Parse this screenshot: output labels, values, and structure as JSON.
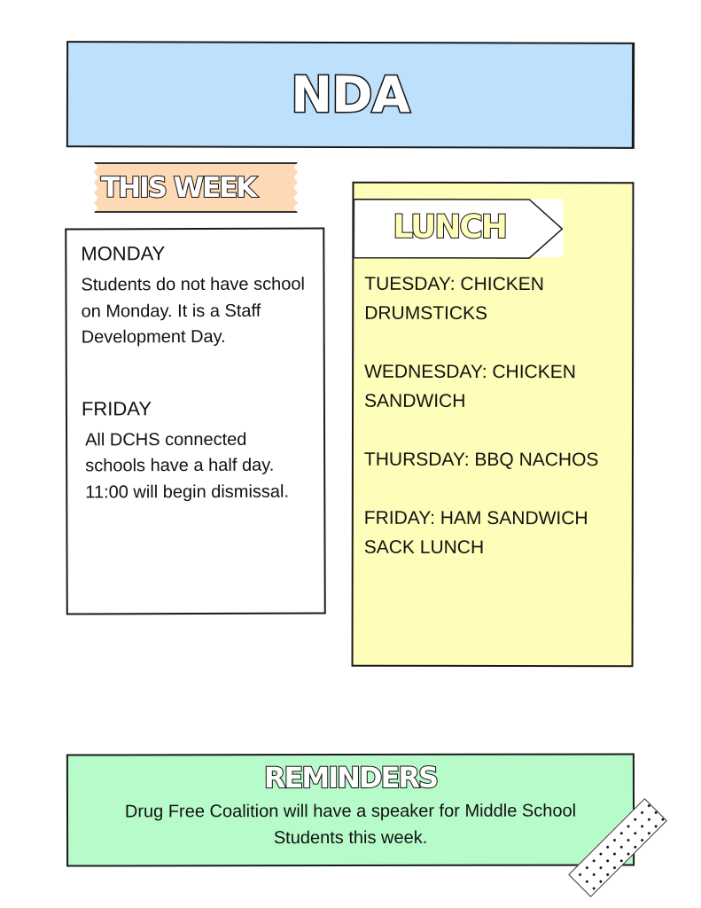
{
  "header": {
    "title": "NDA",
    "bg_color": "#bde0fd"
  },
  "this_week": {
    "tag_label": "THIS WEEK",
    "tag_color": "#fdd9b5",
    "days": [
      {
        "label": "MONDAY",
        "body": "Students do not have school on Monday. It is a Staff Development Day."
      },
      {
        "label": "FRIDAY",
        "body": "All DCHS connected schools have a half day. 11:00 will begin dismissal."
      }
    ]
  },
  "lunch": {
    "title": "LUNCH",
    "bg_color": "#fefdb9",
    "items": [
      "TUESDAY: CHICKEN DRUMSTICKS",
      "WEDNESDAY: CHICKEN SANDWICH",
      "THURSDAY: BBQ NACHOS",
      "FRIDAY: HAM SANDWICH SACK LUNCH"
    ]
  },
  "reminders": {
    "title": "REMINDERS",
    "bg_color": "#b8fbcb",
    "body": "Drug Free Coalition will have a speaker for Middle School Students this week."
  },
  "decorations": {
    "tape_icon": "polka-dot-tape"
  }
}
